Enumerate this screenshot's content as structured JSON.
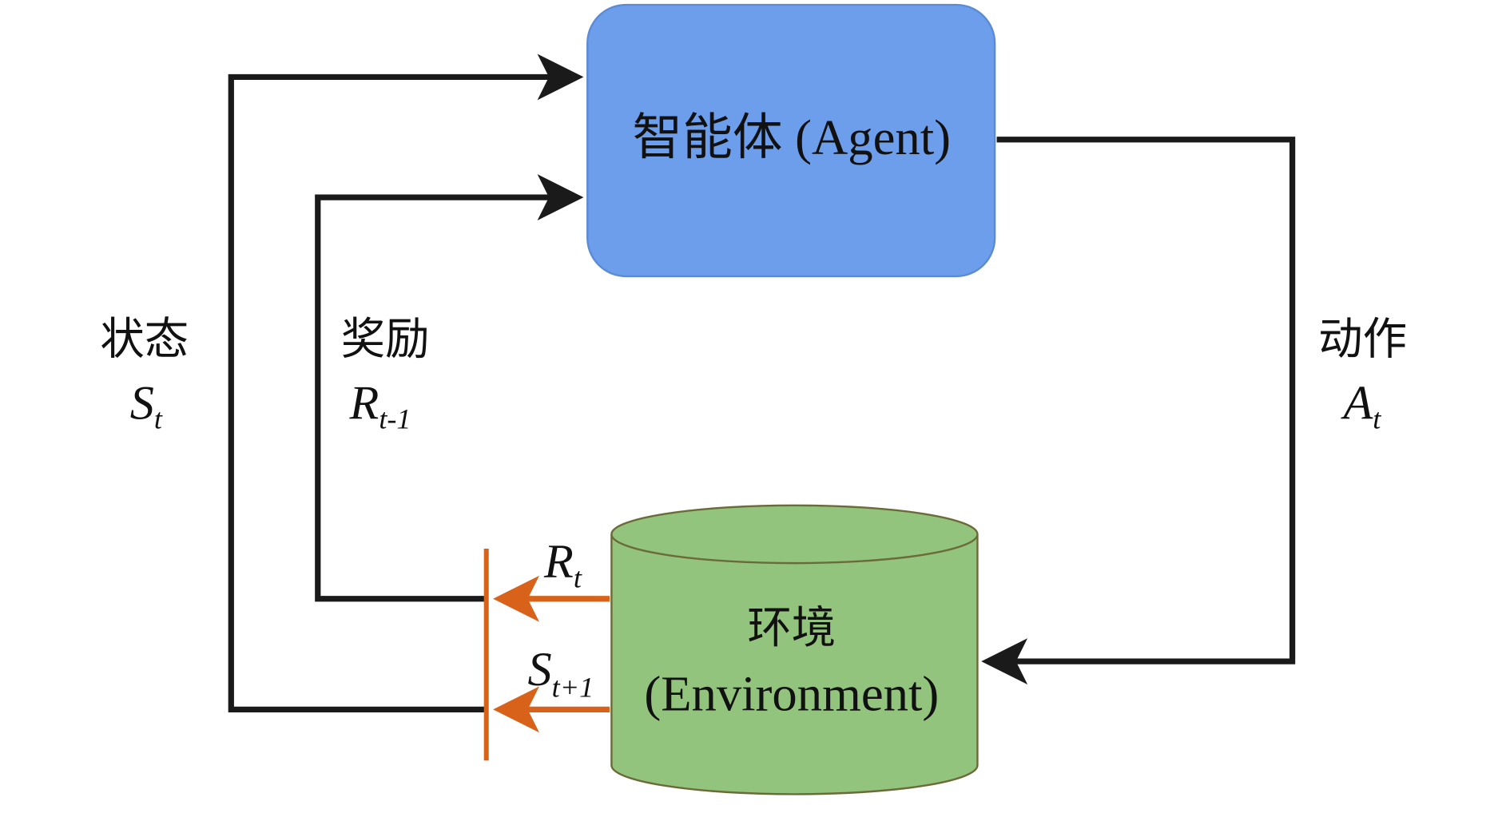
{
  "agent": {
    "label": "智能体 (Agent)",
    "fill": "#6d9eeb"
  },
  "environment": {
    "label_cn": "环境",
    "label_en": "(Environment)",
    "fill": "#93c47d"
  },
  "state": {
    "label_cn": "状态",
    "symbol": "S",
    "subscript": "t"
  },
  "reward": {
    "label_cn": "奖励",
    "symbol": "R",
    "subscript": "t-1"
  },
  "action": {
    "label_cn": "动作",
    "symbol": "A",
    "subscript": "t"
  },
  "env_outputs": {
    "reward": {
      "symbol": "R",
      "subscript": "t"
    },
    "next_state": {
      "symbol": "S",
      "subscript": "t+1"
    }
  },
  "colors": {
    "arrow": "#1a1a1a",
    "env_output": "#d9621a"
  }
}
